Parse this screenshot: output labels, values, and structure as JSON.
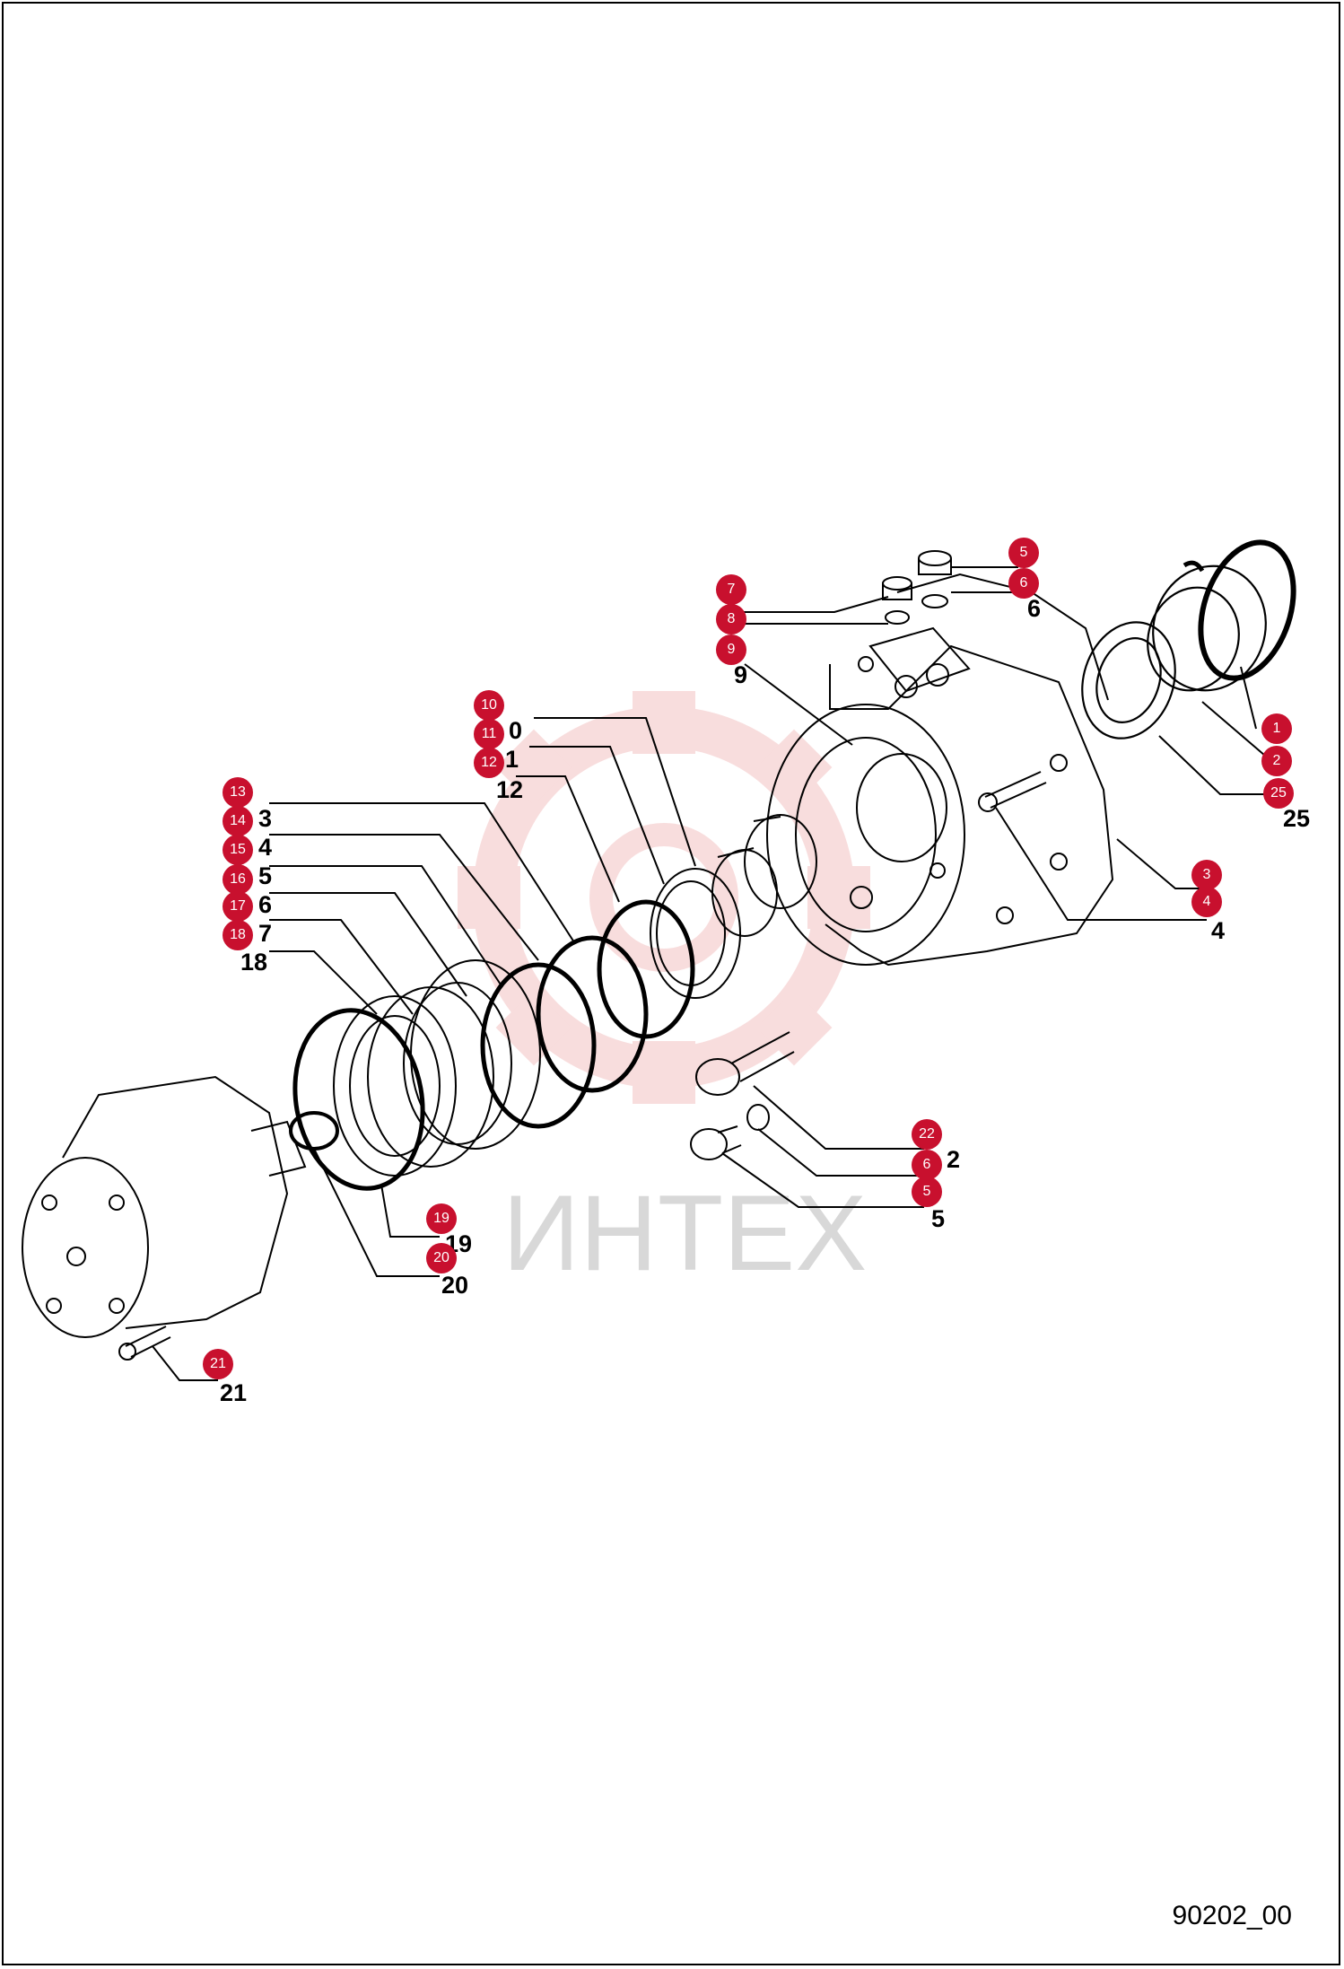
{
  "drawing": {
    "code": "90202_00",
    "watermark": "ИНТЕХ"
  },
  "colors": {
    "badge": "#c8102e",
    "line": "#000000",
    "watermark_gear": "#f3c2c2",
    "watermark_text": "#d8d8d8"
  },
  "callouts": [
    {
      "badge": "1",
      "label": ""
    },
    {
      "badge": "2",
      "label": ""
    },
    {
      "badge": "25",
      "label": "25"
    },
    {
      "badge": "3",
      "label": ""
    },
    {
      "badge": "4",
      "label": "4"
    },
    {
      "badge": "5",
      "label": ""
    },
    {
      "badge": "6",
      "label": "6"
    },
    {
      "badge": "7",
      "label": ""
    },
    {
      "badge": "8",
      "label": ""
    },
    {
      "badge": "9",
      "label": "9"
    },
    {
      "badge": "10",
      "label": "0"
    },
    {
      "badge": "11",
      "label": "1"
    },
    {
      "badge": "12",
      "label": "12"
    },
    {
      "badge": "13",
      "label": "3"
    },
    {
      "badge": "14",
      "label": "4"
    },
    {
      "badge": "15",
      "label": "5"
    },
    {
      "badge": "16",
      "label": "6"
    },
    {
      "badge": "17",
      "label": "7"
    },
    {
      "badge": "18",
      "label": "18"
    },
    {
      "badge": "19",
      "label": "19"
    },
    {
      "badge": "20",
      "label": "20"
    },
    {
      "badge": "21",
      "label": "21"
    },
    {
      "badge": "22",
      "label": "2"
    },
    {
      "badge": "6",
      "label": ""
    },
    {
      "badge": "5",
      "label": "5"
    }
  ]
}
